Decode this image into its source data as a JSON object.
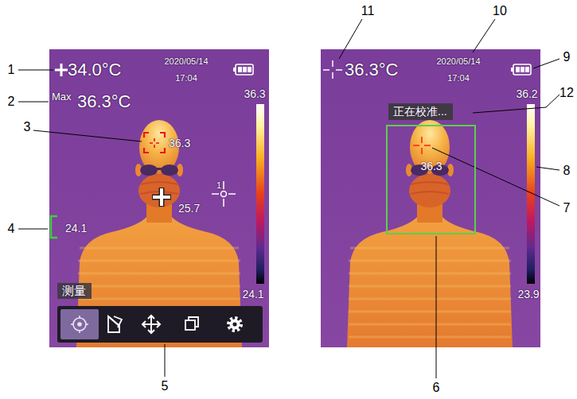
{
  "diagram": {
    "nodes": [
      {
        "text": [
          "测量"
        ]
      },
      {
        "text": [
          "正在校准..."
        ]
      },
      {
        "text": [
          "36.3"
        ]
      }
    ],
    "labels": [
      "34.0°C",
      "2020/05/14",
      "17:04",
      "Max",
      "36.3°C",
      "36.3",
      "36.3",
      "1",
      "25.7",
      "24.1",
      "24.1",
      "36.3°C",
      "2020/05/14",
      "17:04",
      "36.2",
      "23.9",
      "1",
      "2",
      "3",
      "4",
      "5",
      "6",
      "7",
      "8",
      "9",
      "10",
      "11",
      "12"
    ]
  }
}
